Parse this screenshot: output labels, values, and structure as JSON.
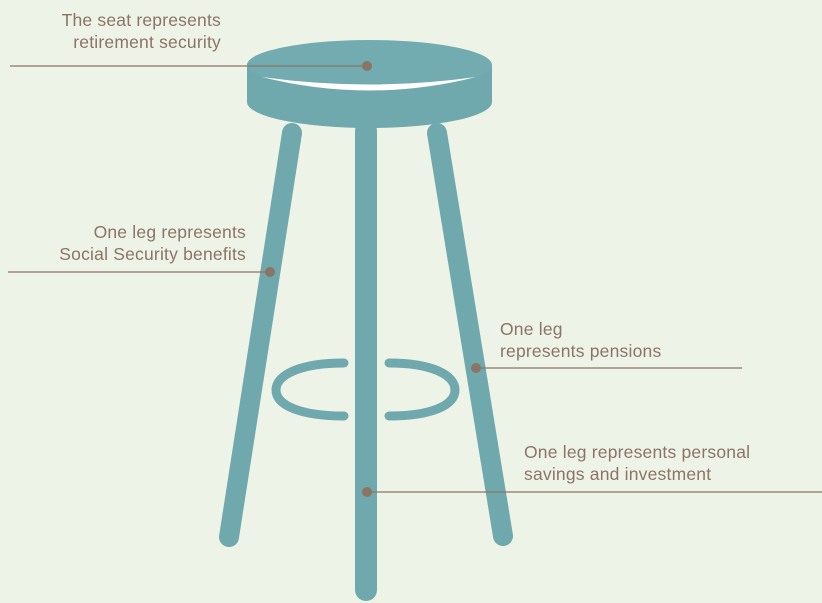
{
  "colors": {
    "background": "#eef3e8",
    "stool": "#6fa9ad",
    "stool_dark": "#5f9aa0",
    "highlight": "#ffffff",
    "label_text": "#8b7466",
    "leader_line": "#8b7466",
    "dot": "#8b7466"
  },
  "labels": {
    "seat": {
      "line1": "The seat represents",
      "line2": "retirement security"
    },
    "social_security": {
      "line1": "One leg represents",
      "line2": "Social Security benefits"
    },
    "pensions": {
      "line1": "One leg",
      "line2": "represents pensions"
    },
    "savings": {
      "line1": "One leg represents personal",
      "line2": "savings and investment"
    }
  }
}
